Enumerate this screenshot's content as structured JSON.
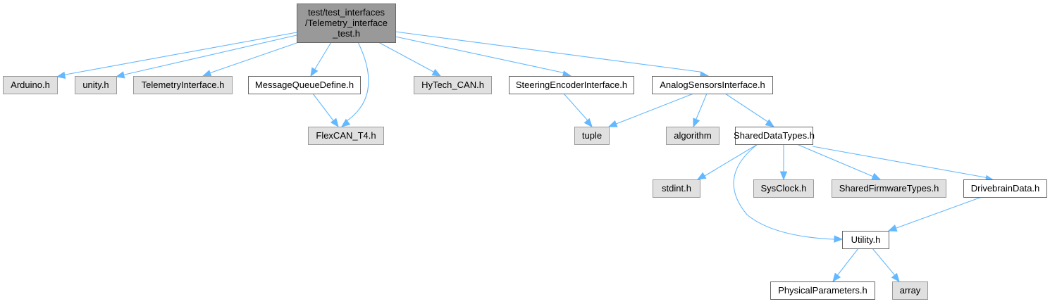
{
  "diagram": {
    "type": "include-dependency-graph",
    "colors": {
      "root_fill": "#999999",
      "root_border": "#666666",
      "external_fill": "#e0e0e0",
      "external_border": "#999999",
      "documented_fill": "#ffffff",
      "documented_border": "#666666",
      "edge": "#63b8ff"
    },
    "nodes": [
      {
        "id": "root",
        "lines": [
          "test/test_interfaces",
          "/Telemetry_interface",
          "_test.h"
        ],
        "kind": "root"
      },
      {
        "id": "arduino",
        "lines": [
          "Arduino.h"
        ],
        "kind": "external"
      },
      {
        "id": "unity",
        "lines": [
          "unity.h"
        ],
        "kind": "external"
      },
      {
        "id": "telemetry",
        "lines": [
          "TelemetryInterface.h"
        ],
        "kind": "external"
      },
      {
        "id": "mqdefine",
        "lines": [
          "MessageQueueDefine.h"
        ],
        "kind": "documented"
      },
      {
        "id": "hytech",
        "lines": [
          "HyTech_CAN.h"
        ],
        "kind": "external"
      },
      {
        "id": "steering",
        "lines": [
          "SteeringEncoderInterface.h"
        ],
        "kind": "documented"
      },
      {
        "id": "analog",
        "lines": [
          "AnalogSensorsInterface.h"
        ],
        "kind": "documented"
      },
      {
        "id": "flexcan",
        "lines": [
          "FlexCAN_T4.h"
        ],
        "kind": "external"
      },
      {
        "id": "tuple",
        "lines": [
          "tuple"
        ],
        "kind": "external"
      },
      {
        "id": "algorithm",
        "lines": [
          "algorithm"
        ],
        "kind": "external"
      },
      {
        "id": "shareddata",
        "lines": [
          "SharedDataTypes.h"
        ],
        "kind": "documented"
      },
      {
        "id": "stdint",
        "lines": [
          "stdint.h"
        ],
        "kind": "external"
      },
      {
        "id": "sysclock",
        "lines": [
          "SysClock.h"
        ],
        "kind": "external"
      },
      {
        "id": "sharedfw",
        "lines": [
          "SharedFirmwareTypes.h"
        ],
        "kind": "external"
      },
      {
        "id": "drivebrain",
        "lines": [
          "DrivebrainData.h"
        ],
        "kind": "documented"
      },
      {
        "id": "utility",
        "lines": [
          "Utility.h"
        ],
        "kind": "documented"
      },
      {
        "id": "physparams",
        "lines": [
          "PhysicalParameters.h"
        ],
        "kind": "documented"
      },
      {
        "id": "array",
        "lines": [
          "array"
        ],
        "kind": "external"
      }
    ],
    "edges": [
      {
        "from": "root",
        "to": "arduino"
      },
      {
        "from": "root",
        "to": "unity"
      },
      {
        "from": "root",
        "to": "telemetry"
      },
      {
        "from": "root",
        "to": "mqdefine"
      },
      {
        "from": "root",
        "to": "flexcan"
      },
      {
        "from": "root",
        "to": "hytech"
      },
      {
        "from": "root",
        "to": "steering"
      },
      {
        "from": "root",
        "to": "analog"
      },
      {
        "from": "mqdefine",
        "to": "flexcan"
      },
      {
        "from": "steering",
        "to": "tuple"
      },
      {
        "from": "analog",
        "to": "tuple"
      },
      {
        "from": "analog",
        "to": "algorithm"
      },
      {
        "from": "analog",
        "to": "shareddata"
      },
      {
        "from": "shareddata",
        "to": "stdint"
      },
      {
        "from": "shareddata",
        "to": "sysclock"
      },
      {
        "from": "shareddata",
        "to": "sharedfw"
      },
      {
        "from": "shareddata",
        "to": "drivebrain"
      },
      {
        "from": "shareddata",
        "to": "utility"
      },
      {
        "from": "drivebrain",
        "to": "utility"
      },
      {
        "from": "utility",
        "to": "physparams"
      },
      {
        "from": "utility",
        "to": "array"
      }
    ]
  }
}
